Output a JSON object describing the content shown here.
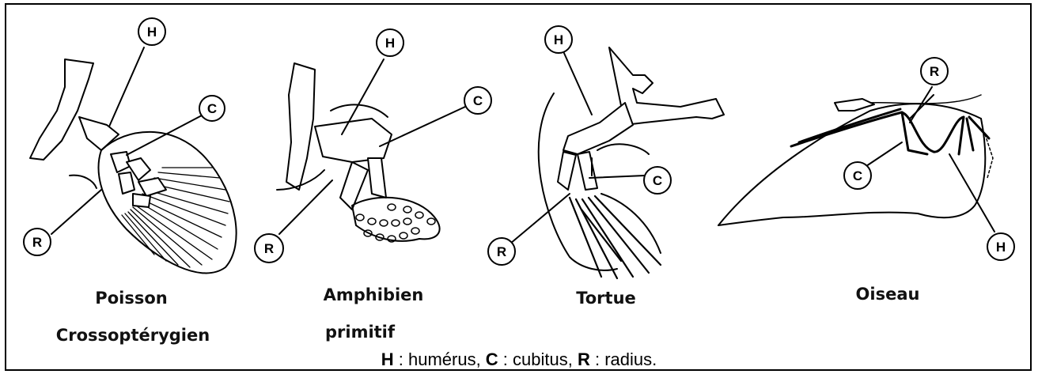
{
  "organisms": [
    {
      "name": "Poisson",
      "subname": "Crossoptérygien"
    },
    {
      "name": "Amphibien",
      "subname": "primitif"
    },
    {
      "name": "Tortue"
    },
    {
      "name": "Oiseau"
    }
  ],
  "bone_labels": {
    "H": "H",
    "C": "C",
    "R": "R"
  },
  "legend": {
    "H_key": "H",
    "H_text": " : humérus, ",
    "C_key": "C",
    "C_text": " : cubitus, ",
    "R_key": "R",
    "R_text": " : radius."
  }
}
